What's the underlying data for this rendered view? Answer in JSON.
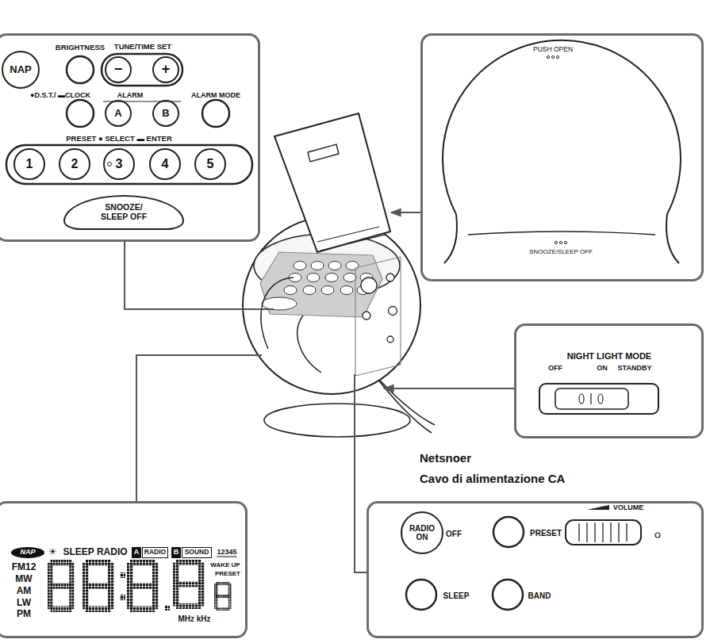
{
  "diagram": {
    "nodes": [
      {
        "text": [
          "BRIGHTNESS",
          "TUNE/TIME SET",
          "●D.S.T./ ▬CLOCK",
          "ALARM",
          "ALARM MODE",
          "PRESET ● SELECT ▬ ENTER"
        ]
      },
      {
        "text": [
          "NAP"
        ],
        "in": 0
      },
      {
        "text": [
          "−"
        ],
        "in": 0
      },
      {
        "text": [
          "+"
        ],
        "in": 0
      },
      {
        "text": [
          "A"
        ],
        "in": 0
      },
      {
        "text": [
          "B"
        ],
        "in": 0
      },
      {
        "text": [
          "1"
        ],
        "in": 0
      },
      {
        "text": [
          "2"
        ],
        "in": 0
      },
      {
        "text": [
          "3"
        ],
        "in": 0
      },
      {
        "text": [
          "4"
        ],
        "in": 0
      },
      {
        "text": [
          "5"
        ],
        "in": 0
      },
      {
        "text": [
          "SNOOZE/ SLEEP OFF"
        ],
        "in": 0
      },
      {
        "text": [
          "PUSH OPEN",
          "SNOOZE/SLEEP OFF"
        ]
      },
      {
        "text": [
          "NIGHT LIGHT MODE",
          "OFF",
          "ON",
          "STANDBY"
        ]
      },
      {
        "text": [
          "OFF",
          "PRESET",
          "VOLUME",
          "SLEEP",
          "BAND"
        ]
      },
      {
        "text": [
          "RADIO ON"
        ],
        "in": 14
      },
      {
        "text": [
          "☀",
          "SLEEP RADIO",
          "12345",
          "FM12",
          "MW",
          "AM",
          "LW",
          "PM",
          "WAKE UP",
          "PRESET",
          "MHz kHz"
        ]
      },
      {
        "text": [
          "NAP"
        ],
        "in": 16
      },
      {
        "text": [
          "A"
        ],
        "in": 16
      },
      {
        "text": [
          "RADIO"
        ],
        "in": 16
      },
      {
        "text": [
          "B"
        ],
        "in": 16
      },
      {
        "text": [
          "SOUND"
        ],
        "in": 16
      }
    ],
    "labels": [
      "Netsnoer",
      "Cavo di alimentazione CA"
    ]
  }
}
